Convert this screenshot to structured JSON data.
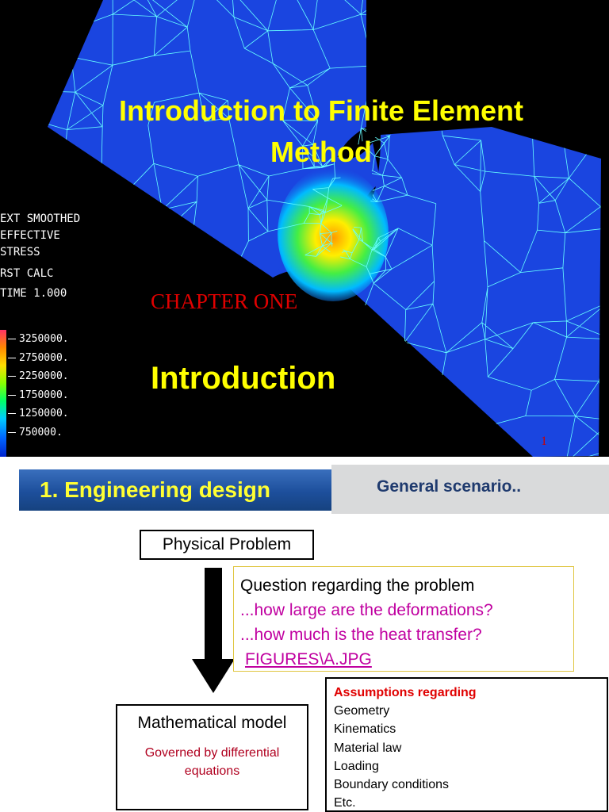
{
  "slide1": {
    "title_line1": "Introduction to Finite Element",
    "title_line2": "Method",
    "legend": {
      "line1": "EXT SMOOTHED",
      "line2": "EFFECTIVE",
      "line3": "STRESS",
      "line4": "RST CALC",
      "line5": "TIME 1.000"
    },
    "scale_values": [
      "3250000.",
      "2750000.",
      "2250000.",
      "1750000.",
      "1250000.",
      "750000."
    ],
    "chapter": "CHAPTER ONE",
    "subtitle": "Introduction",
    "slide_number": "1",
    "colors": {
      "background": "#000000",
      "title": "#ffff00",
      "chapter": "#e00000",
      "mesh_blue": "#1a45e0",
      "mesh_line": "#66ffff"
    }
  },
  "slide2": {
    "banner": "1. Engineering design",
    "scenario": "General scenario..",
    "physical_problem": "Physical Problem",
    "question": {
      "heading": "Question regarding the problem",
      "line1": "...how large are the deformations?",
      "line2": "...how much is the heat transfer?",
      "link": "FIGURES\\A.JPG"
    },
    "math_model": {
      "heading": "Mathematical model",
      "line1": "Governed by differential",
      "line2": "equations"
    },
    "assumptions": {
      "heading": "Assumptions regarding",
      "items": [
        "Geometry",
        "Kinematics",
        "Material law",
        "Loading",
        "Boundary conditions",
        "Etc."
      ]
    },
    "colors": {
      "banner_text": "#ffff33",
      "scenario_text": "#1f3a6e",
      "pink": "#c000a0",
      "red": "#e00000"
    }
  }
}
